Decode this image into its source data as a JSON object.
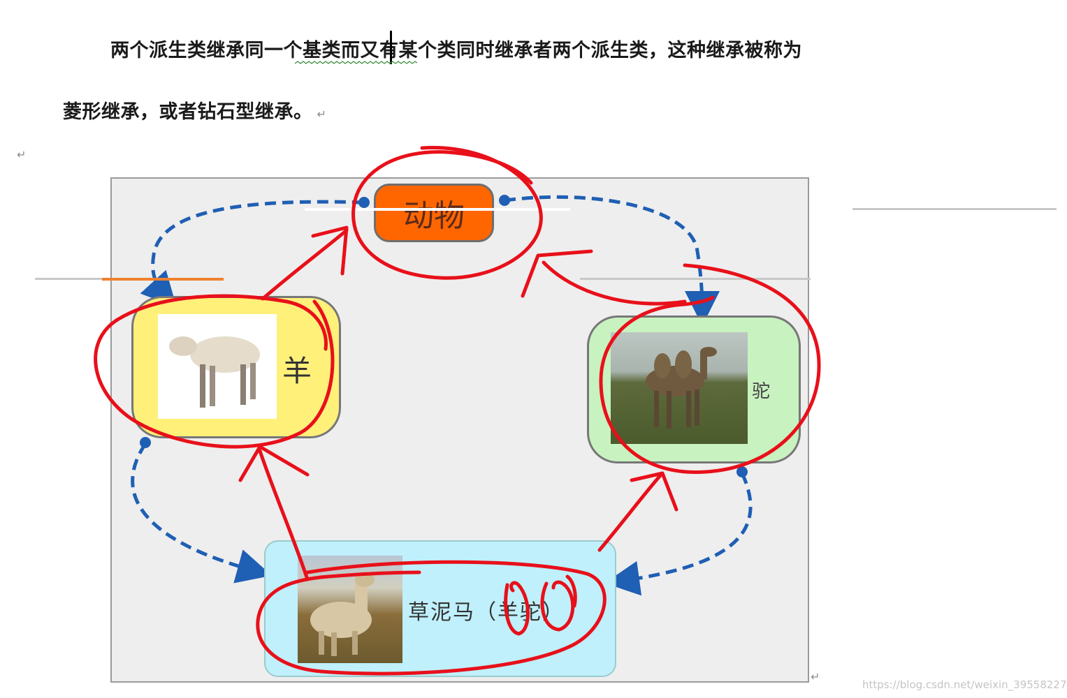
{
  "paragraph": {
    "line1": "两个派生类继承同一个基类而又有某个类同时继承者两个派生类，这种继承被称为",
    "line2": "菱形继承，或者钻石型继承。"
  },
  "paragraph_mark": "↵",
  "diagram": {
    "base": {
      "label": "动物",
      "color": "#ff6600"
    },
    "left": {
      "label": "羊",
      "color": "#fff07a"
    },
    "right": {
      "label": "驼",
      "color": "#c8f2c0"
    },
    "bottom": {
      "label": "草泥马（羊驼）",
      "color": "#bff0fb"
    },
    "connector_color": "#1f5fb4",
    "annotation_color": "#e8101a"
  },
  "watermark": "https://blog.csdn.net/weixin_39558227"
}
